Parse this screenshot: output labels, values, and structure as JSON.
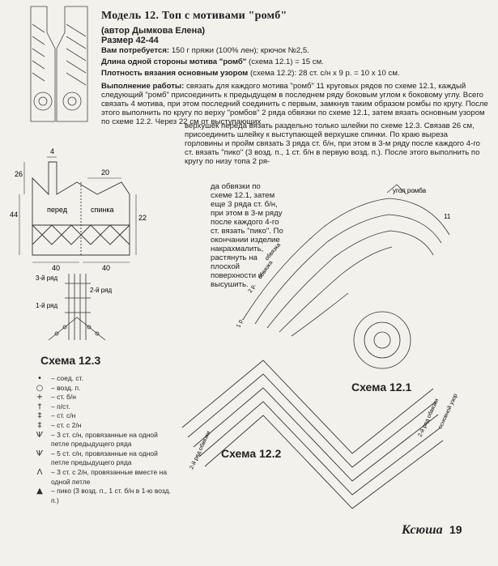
{
  "header": {
    "title": "Модель 12. Топ с мотивами \"ромб\"",
    "author": "(автор Дымкова Елена)",
    "size": "Размер 42-44"
  },
  "specs": {
    "yarn_label": "Вам потребуется:",
    "yarn_value": "150 г пряжи (100% лен); крючок №2,5.",
    "motif_label": "Длина одной стороны мотива \"ромб\"",
    "motif_value": "(схема 12.1) = 15 см.",
    "density_label": "Плотность вязания основным узором",
    "density_value": "(схема 12.2): 28 ст. с/н х 9 р. = 10 х 10 см."
  },
  "instructions": {
    "label": "Выполнение работы:",
    "text1": "связать для каждого мотива \"ромб\" 11 круговых рядов по схеме 12.1, каждый следующий \"ромб\" присоединить к предыдущем в последнем ряду боковым углом к боковому углу. Всего связать 4 мотива, при этом последний соединить с первым, замкнув таким образом ромбы по кругу. После этого выполнить по кругу по верху \"ромбов\" 2 ряда обвязки по схеме 12.1, затем вязать основным узором по схеме 12.2. Через 22 см от выступающих",
    "text2": "верхушек переда вязать раздельно только шлейки по схеме 12.3. Связав 26 см, присоединить шлейку к выступающей верхушке спинки. По краю выреза горловины и пройм связать 3 ряда ст. б/н, при этом в 3-м ряду после каждого 4-го ст. вязать \"пико\" (3 возд. п., 1 ст. б/н в первую возд. п.). После этого выполнить по кругу по низу топа 2 ря-",
    "text3": "да обвязки по схеме 12.1, затем еще 3 ряда ст. б/н, при этом в 3-м ряду после каждого 4-го ст. вязать \"пико\". По окончании изделие накрахмалить, растянуть на плоской поверхности и высушить."
  },
  "diagram_labels": {
    "front": "перед",
    "back": "спинка",
    "dim_4": "4",
    "dim_26": "26",
    "dim_44": "44",
    "dim_20": "20",
    "dim_22": "22",
    "dim_40_left": "40",
    "dim_40_right": "40",
    "row3": "3-й ряд",
    "row2": "2-й ряд",
    "row1": "1-й ряд",
    "corner": "угол ромба",
    "row11": "11",
    "row1_small": "1 р.",
    "row2_small": "2 р.",
    "edging1": "обвязка",
    "edging2": "обвязка",
    "side_left": "2-й ряд обвязки",
    "side_right": "2-й ряд обвязки",
    "main_pattern": "основной узор"
  },
  "schemas": {
    "s121": "Схема 12.1",
    "s122": "Схема 12.2",
    "s123": "Схема 12.3"
  },
  "legend": [
    {
      "sym": "•",
      "text": "– соед. ст."
    },
    {
      "sym": "○",
      "text": "– возд. п."
    },
    {
      "sym": "+",
      "text": "– ст. б/н"
    },
    {
      "sym": "†",
      "text": "– п/ст."
    },
    {
      "sym": "‡",
      "text": "– ст. с/н"
    },
    {
      "sym": "‡",
      "text": "– ст. с 2/н"
    },
    {
      "sym": "Ѱ",
      "text": "– 3 ст. с/н, провязанные на одной петле предыдущего ряда"
    },
    {
      "sym": "Ѱ",
      "text": "– 5 ст. с/н, провязанные на одной петле предыдущего ряда"
    },
    {
      "sym": "Λ",
      "text": "– 3 ст. с 2/н, провязанные вместе на одной петле"
    },
    {
      "sym": "▲",
      "text": "– пико (3 возд. п., 1 ст. б/н в 1-ю возд. п.)"
    }
  ],
  "footer": {
    "brand": "Ксюша",
    "page": "19"
  }
}
